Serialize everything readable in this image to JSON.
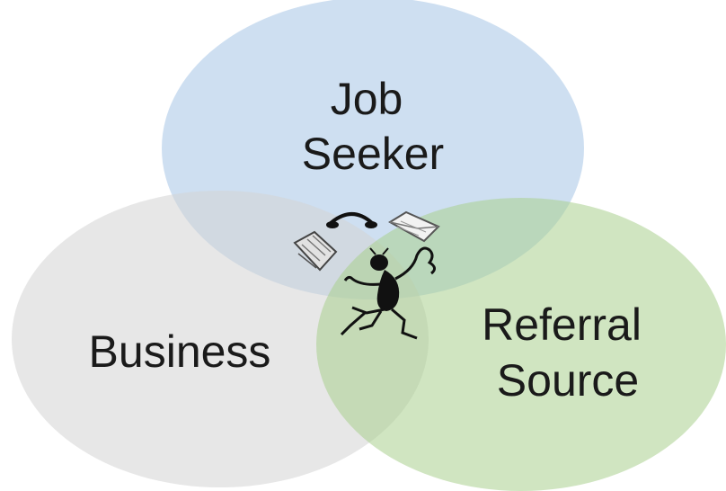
{
  "diagram": {
    "type": "venn",
    "circles": [
      {
        "id": "job-seeker",
        "lines": [
          "Job",
          "Seeker"
        ],
        "color": "#c9dcf0"
      },
      {
        "id": "business",
        "lines": [
          "Business"
        ],
        "color": "#dcdcdc"
      },
      {
        "id": "referral-source",
        "lines": [
          "Referral",
          "Source"
        ],
        "color": "#b7d8a4"
      }
    ],
    "center_graphic": {
      "icon": "juggling-figure-icon",
      "items": [
        "telephone-icon",
        "envelope-icon",
        "newspaper-icon"
      ]
    }
  }
}
